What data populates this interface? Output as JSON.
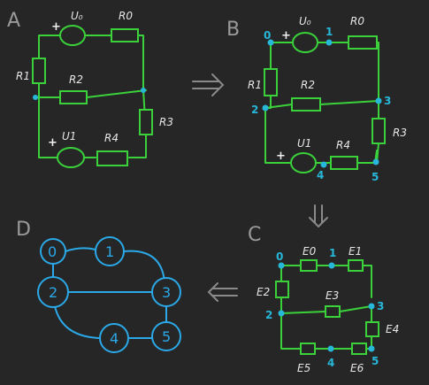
{
  "panels": {
    "a": {
      "label": "A"
    },
    "b": {
      "label": "B"
    },
    "c": {
      "label": "C"
    },
    "d": {
      "label": "D"
    }
  },
  "circuit_a": {
    "u0": "U₀",
    "r0": "R0",
    "r1": "R1",
    "r2": "R2",
    "r3": "R3",
    "u1": "U1",
    "r4": "R4",
    "plus_top": "+",
    "plus_bottom": "+"
  },
  "circuit_b": {
    "u0": "U₀",
    "r0": "R0",
    "r1": "R1",
    "r2": "R2",
    "r3": "R3",
    "u1": "U1",
    "r4": "R4",
    "plus_top": "+",
    "plus_bottom": "+",
    "nodes": [
      "0",
      "1",
      "2",
      "3",
      "4",
      "5"
    ]
  },
  "circuit_c": {
    "e0": "E0",
    "e1": "E1",
    "e2": "E2",
    "e3": "E3",
    "e4": "E4",
    "e5": "E5",
    "e6": "E6",
    "nodes": [
      "0",
      "1",
      "2",
      "3",
      "4",
      "5"
    ]
  },
  "graph_d": {
    "nodes": [
      "0",
      "1",
      "2",
      "3",
      "4",
      "5"
    ]
  },
  "colors": {
    "background": "#262626",
    "wire": "#3bd13b",
    "node": "#27b7d8",
    "graph": "#2aa8e8",
    "label_grey": "#9a9a9a"
  }
}
